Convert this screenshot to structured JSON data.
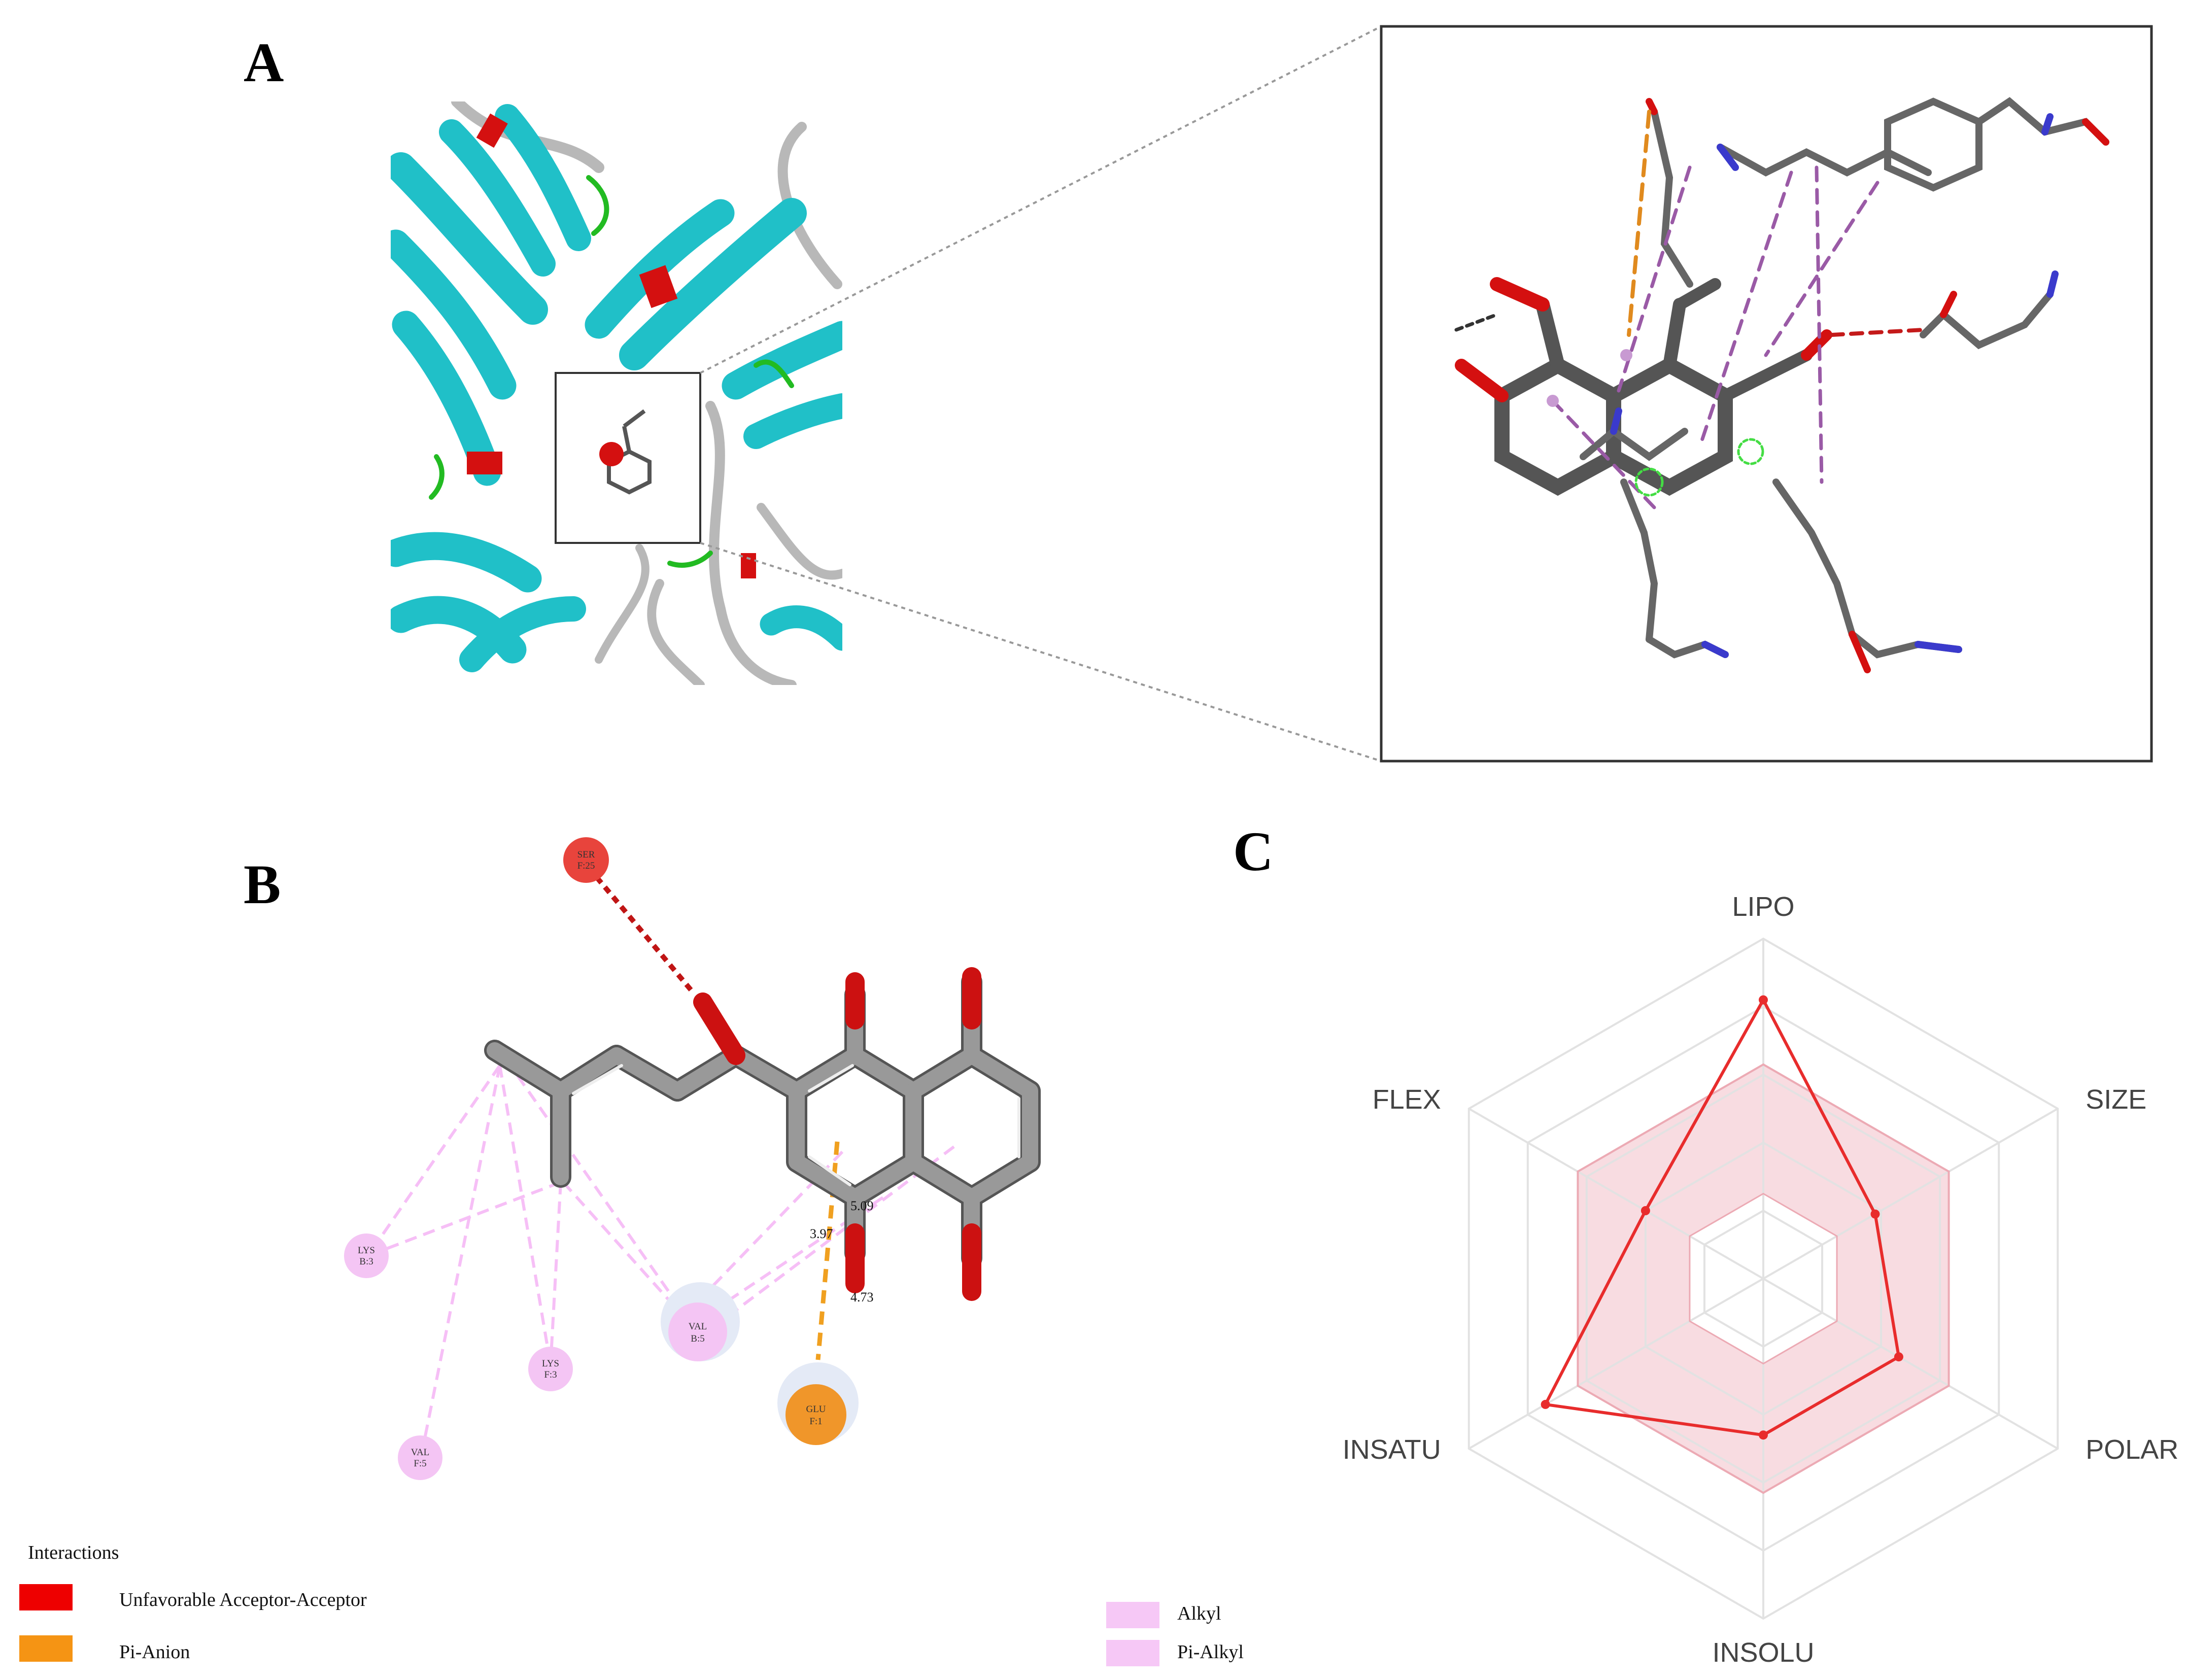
{
  "panels": {
    "a": "A",
    "b": "B",
    "c": "C"
  },
  "panel_b": {
    "residues": [
      {
        "id": "ser-f25",
        "line1": "SER",
        "line2": "F:25",
        "color": "#e8443c"
      },
      {
        "id": "lys-b3",
        "line1": "LYS",
        "line2": "B:3",
        "color": "#f4c5f4"
      },
      {
        "id": "lys-f3",
        "line1": "LYS",
        "line2": "F:3",
        "color": "#f4c5f4"
      },
      {
        "id": "val-f5",
        "line1": "VAL",
        "line2": "F:5",
        "color": "#f4c5f4"
      },
      {
        "id": "val-b5",
        "line1": "VAL",
        "line2": "B:5",
        "color": "#f4c5f4"
      },
      {
        "id": "glu-f1",
        "line1": "GLU",
        "line2": "F:1",
        "color": "#f0962a"
      }
    ],
    "distances": [
      "5.09",
      "3.97",
      "4.73"
    ],
    "legend_title": "Interactions",
    "legend": [
      {
        "label": "Unfavorable Acceptor-Acceptor",
        "color": "#ee0000"
      },
      {
        "label": "Pi-Anion",
        "color": "#f59414"
      },
      {
        "label": "Alkyl",
        "color": "#f6c8f6"
      },
      {
        "label": "Pi-Alkyl",
        "color": "#f6c8f6"
      }
    ]
  },
  "chart_data": {
    "type": "radar",
    "axes": [
      "LIPO",
      "SIZE",
      "POLAR",
      "INSOLU",
      "INSATU",
      "FLEX"
    ],
    "series": [
      {
        "values": [
          0.82,
          0.38,
          0.46,
          0.46,
          0.74,
          0.4
        ],
        "color": "#e82c2c"
      }
    ],
    "optimal_range": {
      "min": 0.25,
      "max": 0.63,
      "color": "#f3c0c8"
    },
    "rlim": [
      0,
      1
    ],
    "rings": 5
  }
}
